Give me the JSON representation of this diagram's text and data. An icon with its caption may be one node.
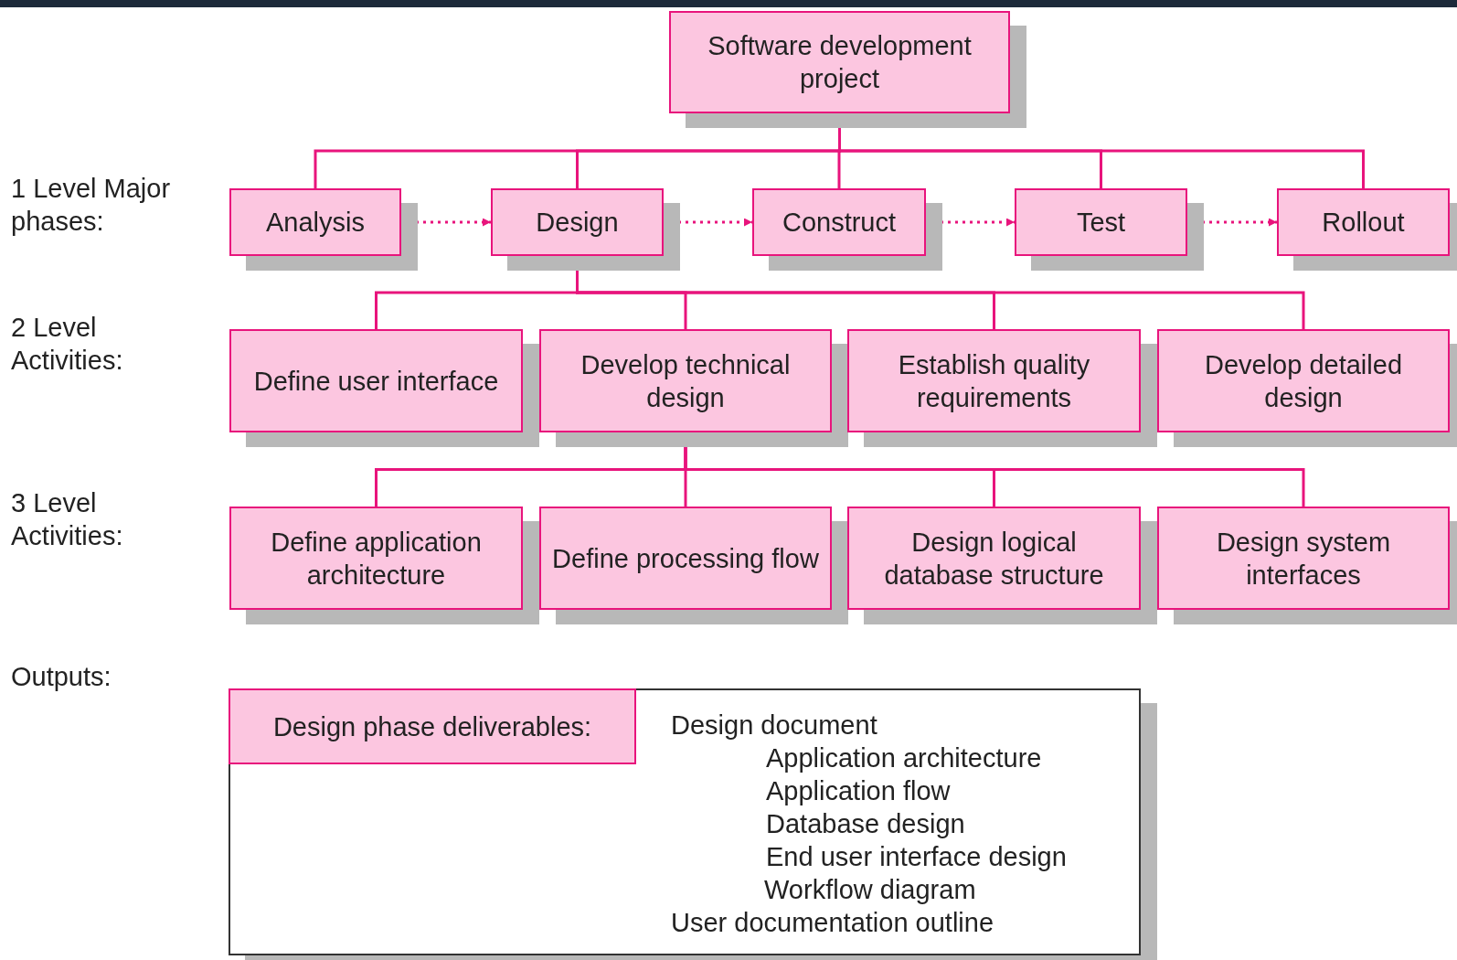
{
  "diagram": {
    "nodes": [
      {
        "text": [
          "Software development project"
        ]
      },
      {
        "text": [
          "Analysis"
        ]
      },
      {
        "text": [
          "Design"
        ]
      },
      {
        "text": [
          "Construct"
        ]
      },
      {
        "text": [
          "Test"
        ]
      },
      {
        "text": [
          "Rollout"
        ]
      },
      {
        "text": [
          "Define user interface"
        ]
      },
      {
        "text": [
          "Develop technical design"
        ]
      },
      {
        "text": [
          "Establish quality requirements"
        ]
      },
      {
        "text": [
          "Develop detailed design"
        ]
      },
      {
        "text": [
          "Define application architecture"
        ]
      },
      {
        "text": [
          "Define processing flow"
        ]
      },
      {
        "text": [
          "Design logical database structure"
        ]
      },
      {
        "text": [
          "Design system interfaces"
        ]
      },
      {
        "text": [
          "Design document",
          "Application architecture",
          "Application flow",
          "Database design",
          "End user interface design",
          "Workflow diagram",
          "User documentation outline"
        ]
      },
      {
        "text": [
          "Design phase deliverables:"
        ],
        "in": 14
      }
    ],
    "edges": [
      {
        "from": 0,
        "to": 1,
        "arrow": "none"
      },
      {
        "from": 0,
        "to": 2,
        "arrow": "none"
      },
      {
        "from": 0,
        "to": 3,
        "arrow": "none"
      },
      {
        "from": 0,
        "to": 4,
        "arrow": "none"
      },
      {
        "from": 0,
        "to": 5,
        "arrow": "none"
      },
      {
        "from": 1,
        "to": 2,
        "arrow": "to",
        "style": "dashed"
      },
      {
        "from": 2,
        "to": 3,
        "arrow": "to",
        "style": "dashed"
      },
      {
        "from": 3,
        "to": 4,
        "arrow": "to",
        "style": "dashed"
      },
      {
        "from": 4,
        "to": 5,
        "arrow": "to",
        "style": "dashed"
      },
      {
        "from": 2,
        "to": 6,
        "arrow": "none"
      },
      {
        "from": 2,
        "to": 7,
        "arrow": "none"
      },
      {
        "from": 2,
        "to": 8,
        "arrow": "none"
      },
      {
        "from": 2,
        "to": 9,
        "arrow": "none"
      },
      {
        "from": 7,
        "to": 10,
        "arrow": "none"
      },
      {
        "from": 7,
        "to": 11,
        "arrow": "none"
      },
      {
        "from": 7,
        "to": 12,
        "arrow": "none"
      },
      {
        "from": 7,
        "to": 13,
        "arrow": "none"
      }
    ],
    "labels": [
      "1 Level Major phases:",
      "2 Level Activities:",
      "3 Level Activities:",
      "Outputs:"
    ]
  }
}
